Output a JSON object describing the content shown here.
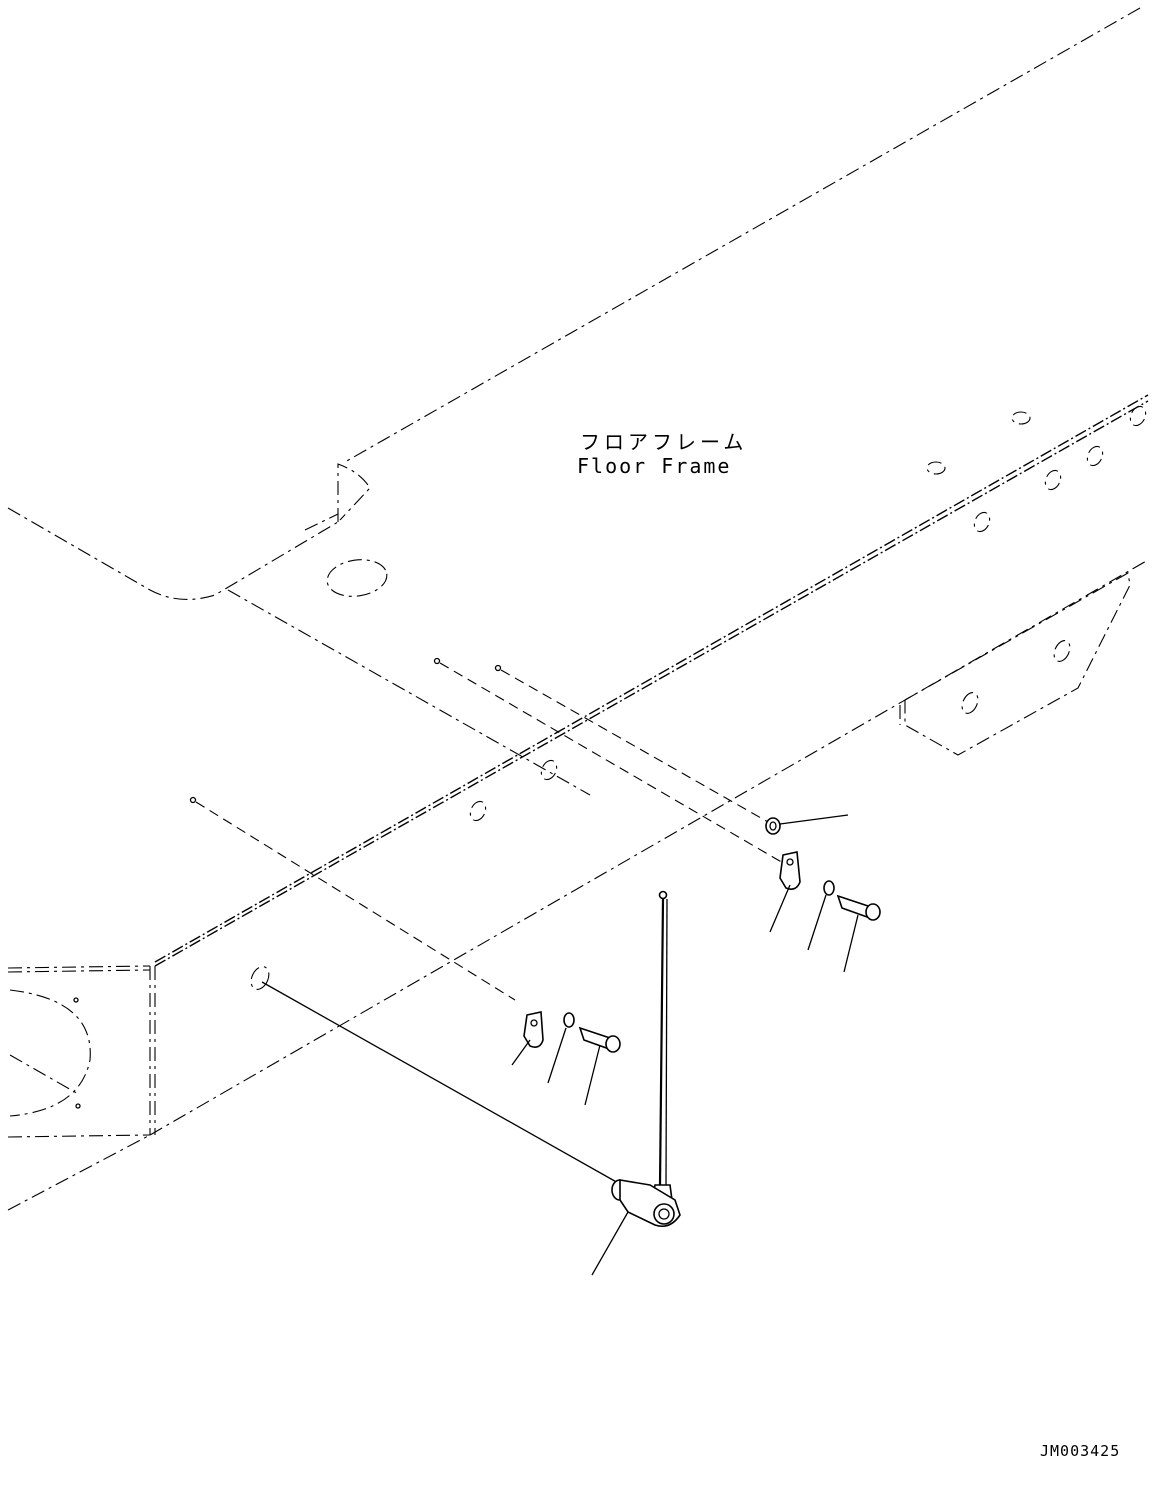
{
  "diagram": {
    "frame_label_jp": "フロアフレーム",
    "frame_label_en": "Floor Frame",
    "drawing_number": "JM003425"
  }
}
